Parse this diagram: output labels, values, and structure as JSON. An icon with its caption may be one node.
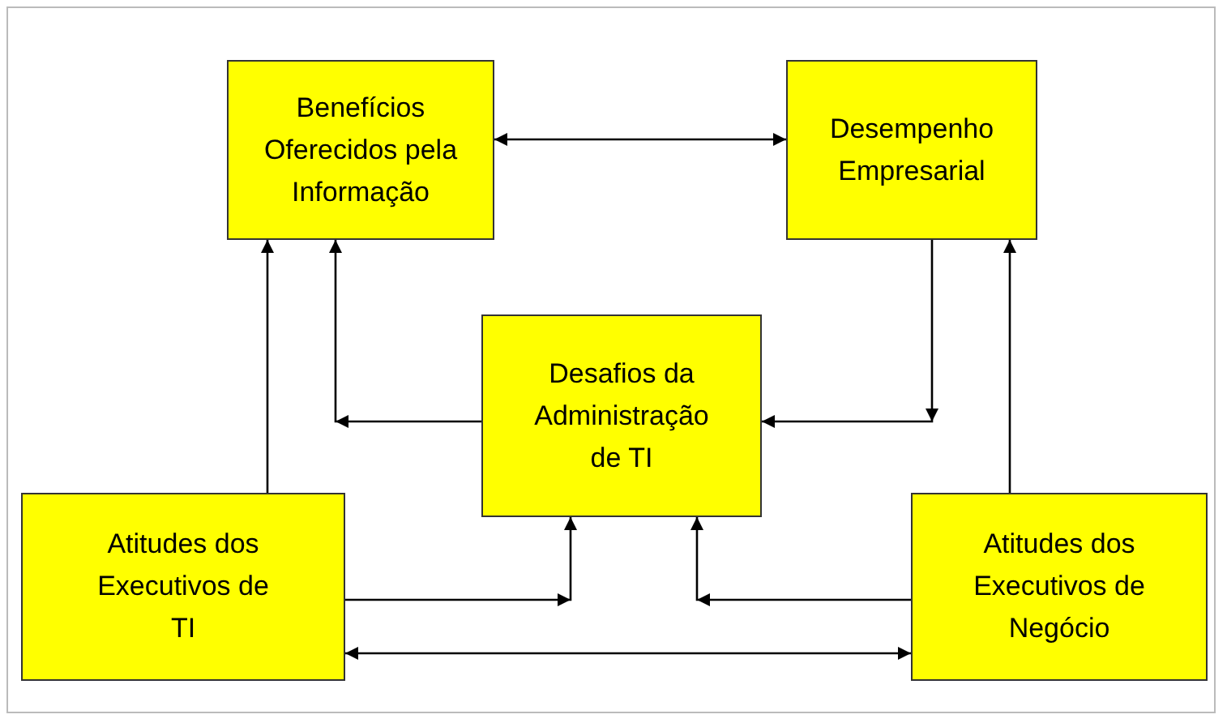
{
  "diagram": {
    "nodes": [
      {
        "text": [
          "Benefícios Oferecidos pela Informação"
        ]
      },
      {
        "text": [
          "Desempenho Empresarial"
        ]
      },
      {
        "text": [
          "Desafios da Administração de TI"
        ]
      },
      {
        "text": [
          "Atitudes dos Executivos de TI"
        ]
      },
      {
        "text": [
          "Atitudes dos Executivos de Negócio"
        ]
      }
    ],
    "edges": [
      {
        "from": 0,
        "to": 1,
        "arrow": "both"
      },
      {
        "from": 3,
        "to": 0,
        "arrow": "to"
      },
      {
        "from": 2,
        "to": 0,
        "arrow": "to"
      },
      {
        "from": 1,
        "to": 2,
        "arrow": "to"
      },
      {
        "from": 4,
        "to": 1,
        "arrow": "to"
      },
      {
        "from": 3,
        "to": 2,
        "arrow": "to"
      },
      {
        "from": 4,
        "to": 2,
        "arrow": "to"
      },
      {
        "from": 3,
        "to": 4,
        "arrow": "both"
      }
    ]
  }
}
